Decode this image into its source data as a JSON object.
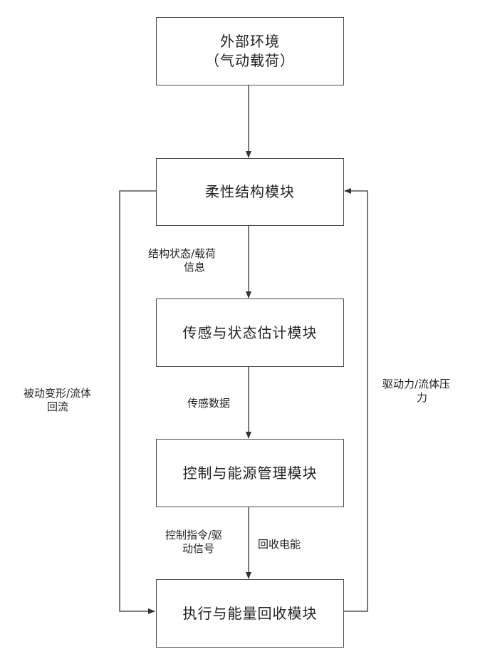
{
  "nodes": {
    "environment": {
      "line1": "外部环境",
      "line2": "（气动载荷）"
    },
    "structure": {
      "label": "柔性结构模块"
    },
    "sensing": {
      "label": "传感与状态估计模块"
    },
    "control": {
      "label": "控制与能源管理模块"
    },
    "actuation": {
      "label": "执行与能量回收模块"
    }
  },
  "edges": {
    "structure_to_sensing": {
      "line1": "结构状态/载荷",
      "line2": "信息"
    },
    "sensing_to_control": {
      "label": "传感数据"
    },
    "control_to_actuation": {
      "line1": "控制指令/驱",
      "line2": "动信号"
    },
    "actuation_to_control": {
      "label": "回收电能"
    },
    "feedback_left": {
      "line1": "被动变形/流体",
      "line2": "回流"
    },
    "feedback_right": {
      "line1": "驱动力/流体压",
      "line2": "力"
    }
  }
}
